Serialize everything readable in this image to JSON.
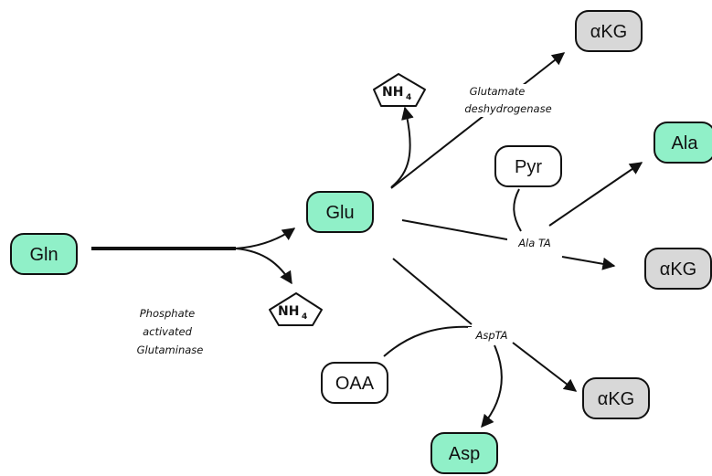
{
  "nodes": {
    "gln": "Gln",
    "glu": "Glu",
    "akg_top": "αKG",
    "ala": "Ala",
    "pyr": "Pyr",
    "akg_mid": "αKG",
    "oaa": "OAA",
    "akg_bottom": "αKG",
    "asp": "Asp"
  },
  "ammonium": {
    "symbol": "NH",
    "subscript": "4"
  },
  "enzymes": {
    "glutaminase": [
      "Phosphate",
      "activated",
      "Glutaminase"
    ],
    "glutamate_dh": [
      "Glutamate",
      "deshydrogenase"
    ],
    "ala_ta": "Ala TA",
    "asp_ta": "AspTA"
  },
  "colors": {
    "amino_acid_fill": "#90f0c8",
    "keto_acid_fill": "#d8d8d8",
    "cofactor_fill": "#ffffff",
    "stroke": "#111111"
  }
}
